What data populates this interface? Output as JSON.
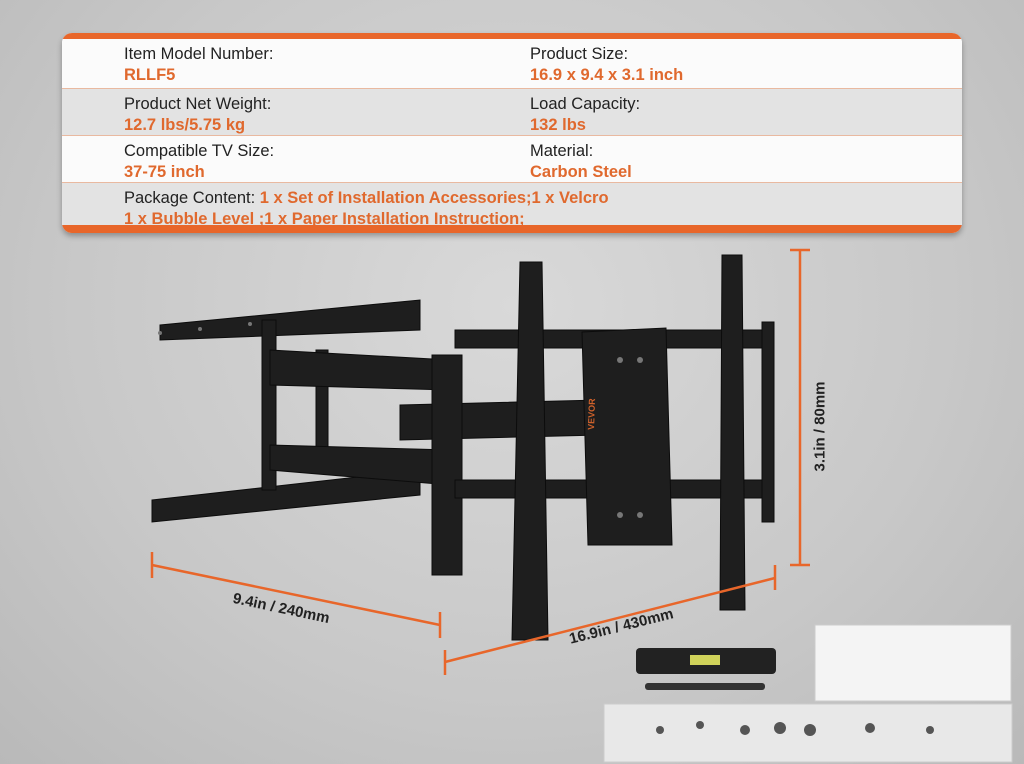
{
  "specs": {
    "model_label": "Item Model Number:",
    "model_value": "RLLF5",
    "size_label": "Product Size:",
    "size_value": "16.9 x 9.4 x 3.1 inch",
    "weight_label": "Product Net Weight:",
    "weight_value": "12.7 lbs/5.75 kg",
    "load_label": "Load Capacity:",
    "load_value": "132 lbs",
    "tv_label": "Compatible TV Size:",
    "tv_value": "37-75 inch",
    "material_label": "Material:",
    "material_value": "Carbon Steel",
    "package_label": "Package Content:",
    "package_line1": "1 x Set of Installation Accessories;1 x Velcro",
    "package_line2": "1 x Bubble Level ;1 x Paper Installation Instruction;"
  },
  "dimensions": {
    "depth": "9.4in / 240mm",
    "width": "16.9in / 430mm",
    "height": "3.1in / 80mm"
  },
  "brand": "VEVOR",
  "colors": {
    "accent": "#e8662a",
    "steel": "#1c1c1c"
  }
}
